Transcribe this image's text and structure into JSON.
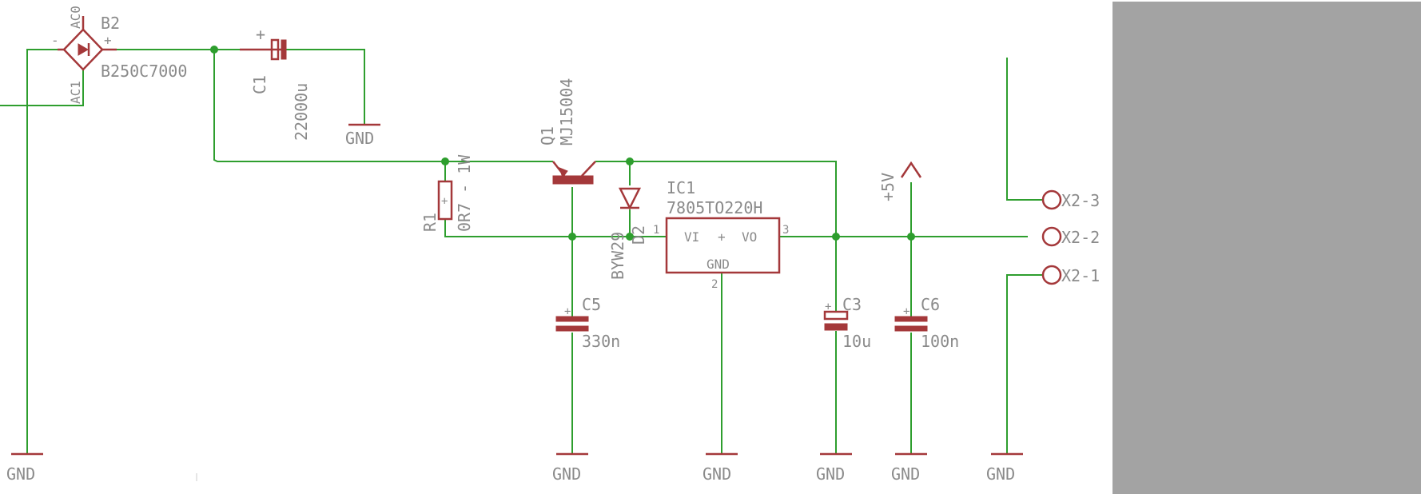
{
  "components": {
    "b2": {
      "name": "B2",
      "value": "B250C7000",
      "pin_ac0": "AC0",
      "pin_ac1": "AC1",
      "pin_minus": "-",
      "pin_plus": "+"
    },
    "c1": {
      "name": "C1",
      "value": "22000u",
      "polarity": "+"
    },
    "r1": {
      "name": "R1",
      "value": "0R7 - 1W"
    },
    "q1": {
      "name": "Q1",
      "value": "MJ15004"
    },
    "d2": {
      "name": "D2",
      "value": "BYW29"
    },
    "ic1": {
      "name": "IC1",
      "value": "7805TO220H",
      "pin_vi": "VI",
      "pin_vo": "VO",
      "pin_gnd": "GND",
      "pin1": "1",
      "pin2": "2",
      "pin3": "3",
      "center": "+"
    },
    "c5": {
      "name": "C5",
      "value": "330n",
      "polarity": "+"
    },
    "c3": {
      "name": "C3",
      "value": "10u",
      "polarity": "+"
    },
    "c6": {
      "name": "C6",
      "value": "100n",
      "polarity": "+"
    }
  },
  "power": {
    "supply": "+5V",
    "gnd": "GND"
  },
  "connector": {
    "x2_3": "X2-3",
    "x2_2": "X2-2",
    "x2_1": "X2-1"
  },
  "colors": {
    "wire": "#2e9e2e",
    "symbol": "#a4383a",
    "text": "#8a8a8a",
    "panel": "#a3a3a3"
  }
}
